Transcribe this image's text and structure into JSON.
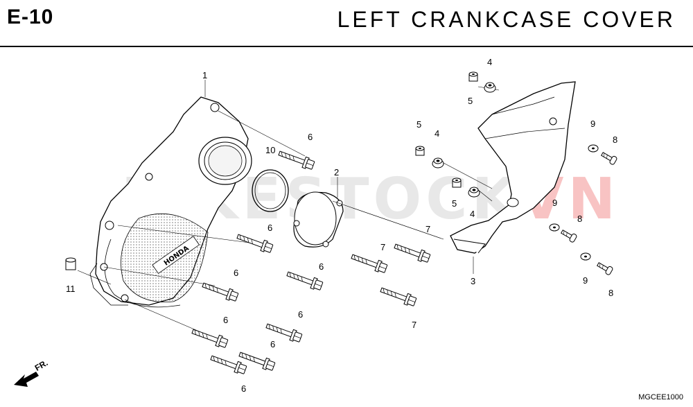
{
  "header": {
    "section_code": "E-10",
    "title": "LEFT  CRANKCASE  COVER"
  },
  "diagram": {
    "callouts": [
      "1",
      "2",
      "3",
      "4",
      "4",
      "4",
      "5",
      "5",
      "5",
      "6",
      "6",
      "6",
      "6",
      "6",
      "6",
      "6",
      "6",
      "7",
      "7",
      "7",
      "8",
      "8",
      "8",
      "9",
      "9",
      "9",
      "10",
      "11"
    ],
    "front_label": "FR.",
    "drawing_code": "MGCEE1000",
    "brand_mark": "HONDA",
    "watermark": {
      "gray": "BIKESTOCK",
      "red": "VN"
    }
  }
}
